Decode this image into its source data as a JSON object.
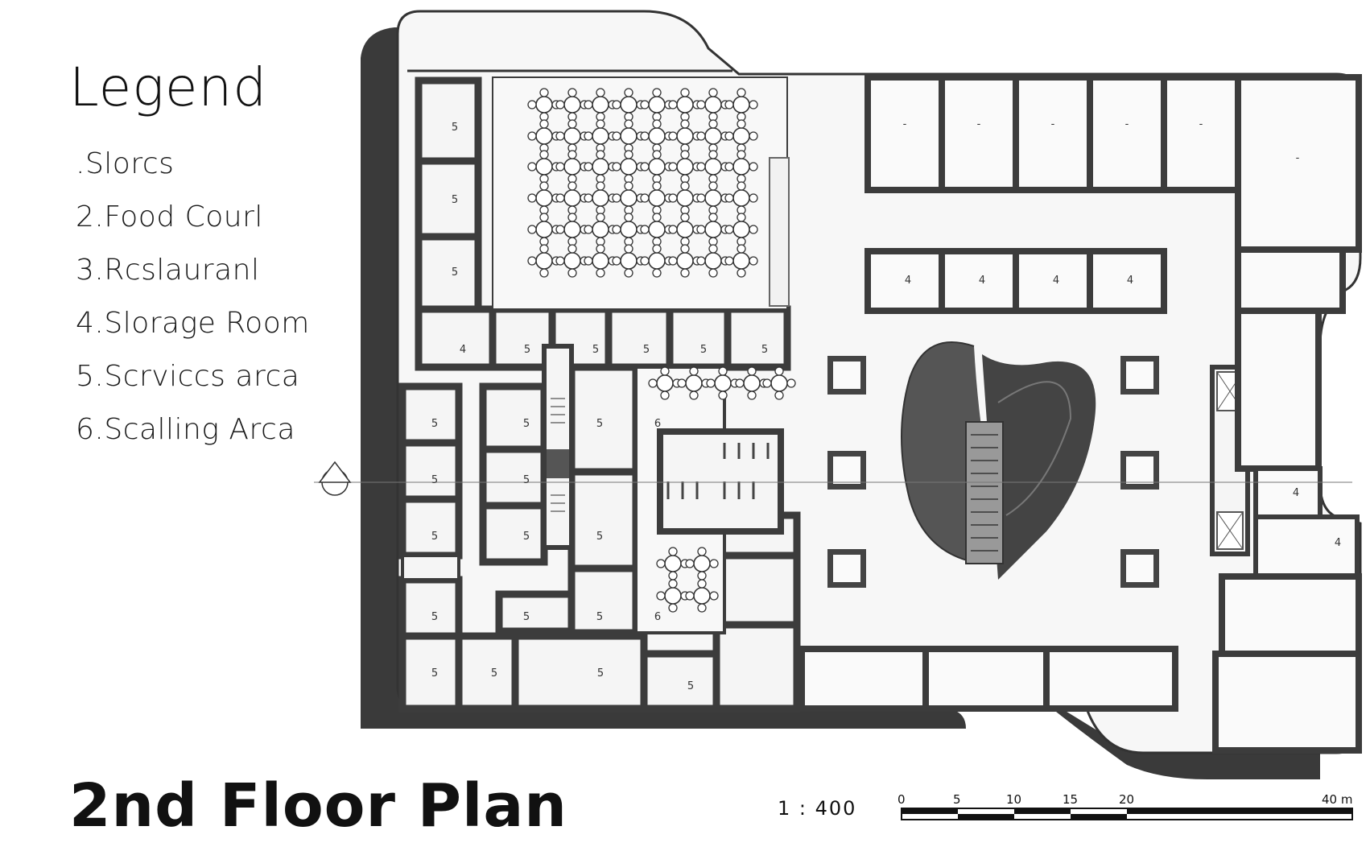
{
  "legend": {
    "title": "Legend",
    "items": [
      ".Slorcs",
      "2.Food Courl",
      "3.Rcslauranl",
      "4.Slorage Room",
      "5.Scrviccs arca",
      "6.Scalling Arca"
    ]
  },
  "plan_title": "2nd Floor Plan",
  "scale": {
    "ratio": "1 : 400",
    "ticks": [
      "0",
      "5",
      "10",
      "15",
      "20",
      "40 m"
    ]
  },
  "room_labels": {
    "services": "5",
    "storage": "4",
    "seating": "6",
    "store": "-"
  }
}
